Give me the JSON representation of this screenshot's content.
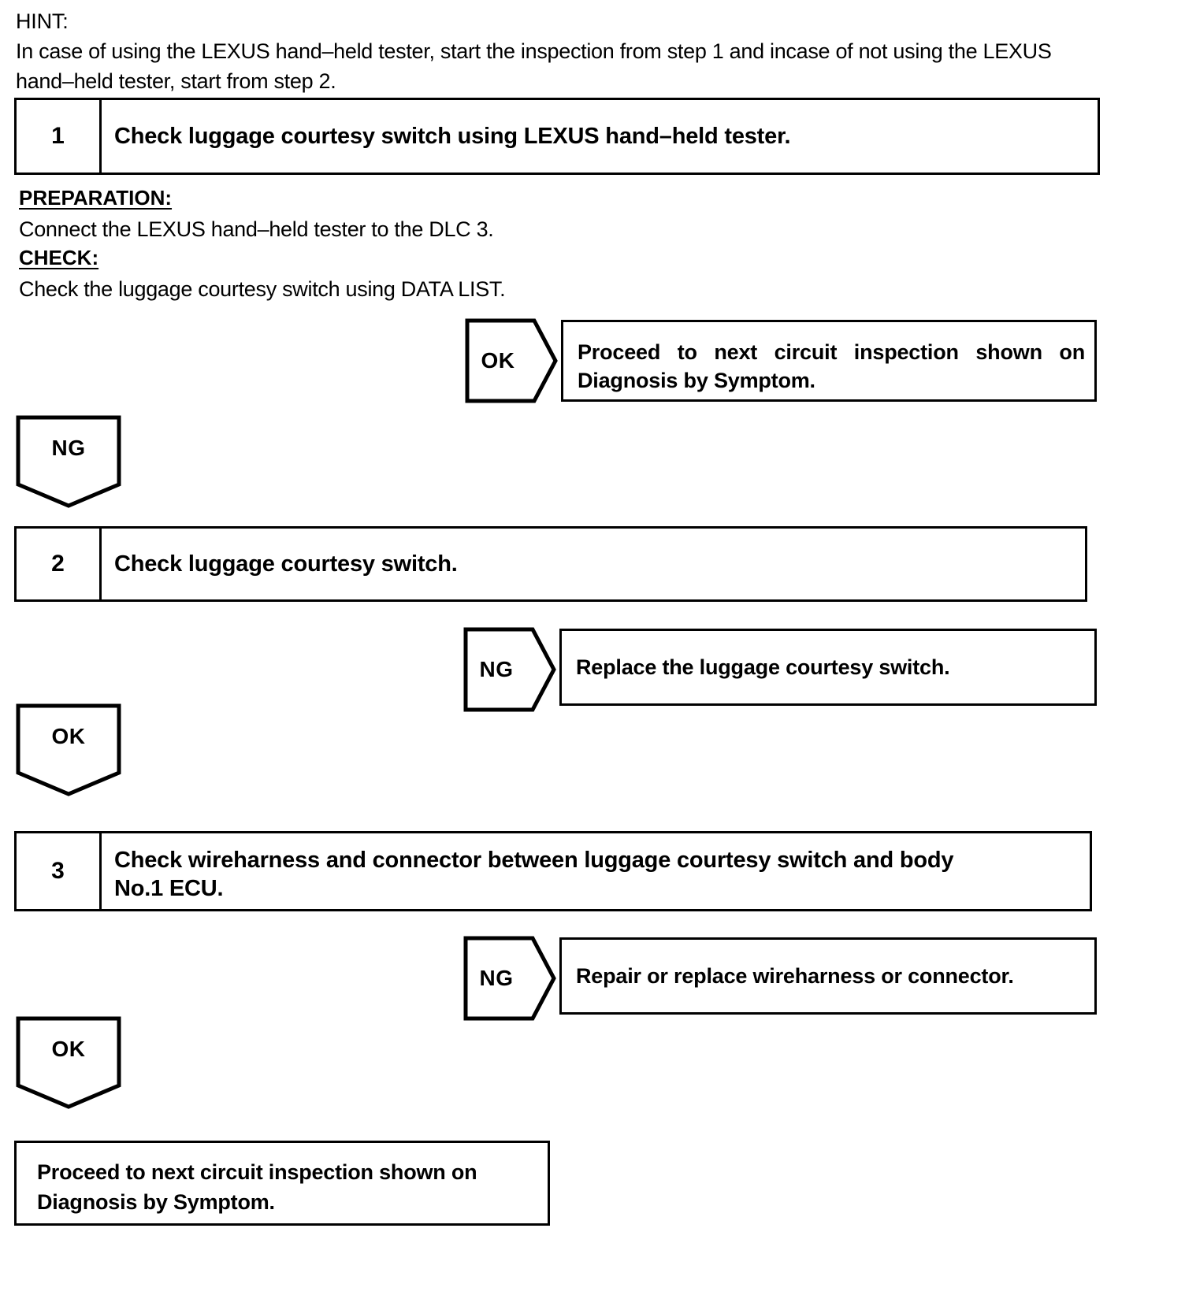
{
  "document": {
    "type": "automotive-diagnostic-flowchart",
    "ink_color": "#000000",
    "paper_color": "#ffffff"
  },
  "hint": {
    "label": "HINT:",
    "body": "In case of using the LEXUS hand–held tester, start the inspection from step 1 and incase of not using the LEXUS hand–held tester, start from step 2."
  },
  "preparation": {
    "label": "PREPARATION:",
    "text": "Connect the LEXUS hand–held tester to the DLC 3."
  },
  "check": {
    "label": "CHECK:",
    "text": "Check the luggage courtesy switch using DATA LIST."
  },
  "steps": [
    {
      "number": "1",
      "title": "Check luggage courtesy switch using LEXUS hand–held tester."
    },
    {
      "number": "2",
      "title": "Check luggage courtesy switch."
    },
    {
      "number": "3",
      "title_line1": "Check wireharness and connector between luggage courtesy switch and body",
      "title_line2": "No.1 ECU."
    }
  ],
  "branches": {
    "step1_ok": {
      "label": "OK",
      "result_line1": "Proceed to next circuit inspection shown on",
      "result_line2": "Diagnosis by Symptom."
    },
    "step1_ng": {
      "label": "NG"
    },
    "step2_ng": {
      "label": "NG",
      "result": "Replace the luggage courtesy switch."
    },
    "step2_ok": {
      "label": "OK"
    },
    "step3_ng": {
      "label": "NG",
      "result": "Repair or replace wireharness or connector."
    },
    "step3_ok": {
      "label": "OK"
    }
  },
  "terminal": {
    "line1": "Proceed to next circuit inspection shown on",
    "line2": "Diagnosis by Symptom."
  }
}
